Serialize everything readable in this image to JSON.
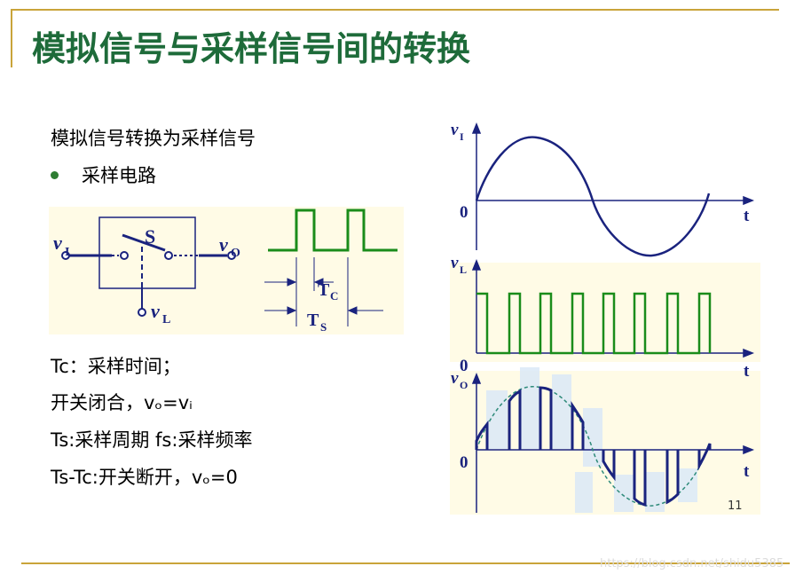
{
  "slide": {
    "title": "模拟信号与采样信号间的转换",
    "line1": "模拟信号转换为采样信号",
    "bullet1": "采样电路",
    "tc_def": "Tc：采样时间；",
    "switch_close": "开关闭合，vₒ=vᵢ",
    "ts_def": "Ts:采样周期   fs:采样频率",
    "tstc_def": "Ts-Tc:开关断开，vₒ=0",
    "page_number": "11",
    "watermark": "https://blog.csdn.net/shidu5385"
  },
  "circuit": {
    "switch_label": "S",
    "v_in": "v",
    "v_in_sub": "I",
    "v_out": "v",
    "v_out_sub": "O",
    "v_l": "v",
    "v_l_sub": "L"
  },
  "pulse_diagram": {
    "tc_label": "T",
    "tc_sub": "C",
    "ts_label": "T",
    "ts_sub": "S"
  },
  "waveforms": {
    "input_label": "v",
    "input_sub": "I",
    "control_label": "v",
    "control_sub": "L",
    "output_label": "v",
    "output_sub": "O",
    "zero": "0",
    "time_axis": "t"
  },
  "colors": {
    "title_green": "#1e6b3a",
    "accent_gold": "#c9a43a",
    "pulse_green": "#1a8c1a",
    "wave_blue": "#1a237e",
    "circuit_blue": "#1a237e",
    "dashed_teal": "#2e8b7a",
    "highlight_box": "#dbe9f7"
  }
}
